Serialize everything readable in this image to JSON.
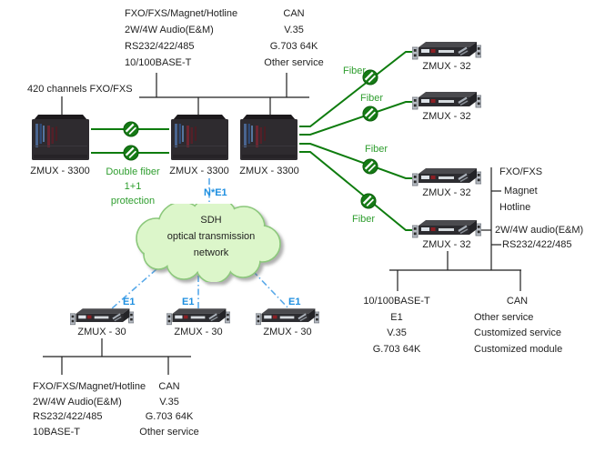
{
  "colors": {
    "line_black": "#1f1f1f",
    "fiber_green": "#0e7c0e",
    "green_text": "#2f9e2f",
    "e1_blue_line": "#58a9e9",
    "e1_blue_text": "#1e8fe0",
    "cloud_fill": "#dcf6ca",
    "cloud_border": "#8cc87c"
  },
  "top_left_services": {
    "lines": [
      "FXO/FXS/Magnet/Hotline",
      "2W/4W Audio(E&M)",
      "RS232/422/485",
      "10/100BASE-T"
    ]
  },
  "top_right_services": {
    "lines": [
      "CAN",
      "V.35",
      "G.703 64K",
      "Other service"
    ]
  },
  "channels_label": "420 channels FXO/FXS",
  "core_devices": {
    "labels": [
      "ZMUX - 3300",
      "ZMUX - 3300",
      "ZMUX - 3300"
    ]
  },
  "double_fiber": {
    "lines": [
      "Double fiber",
      "1+1",
      "protection"
    ]
  },
  "ne1_label": "N*E1",
  "cloud": {
    "lines": [
      "SDH",
      "optical transmission",
      "network"
    ]
  },
  "fiber_labels": [
    "Fiber",
    "Fiber",
    "Fiber",
    "Fiber"
  ],
  "remote32": {
    "labels": [
      "ZMUX - 32",
      "ZMUX - 32",
      "ZMUX - 32",
      "ZMUX - 32"
    ]
  },
  "right_ports": {
    "lines": [
      "FXO/FXS",
      "Magnet",
      "Hotline",
      "2W/4W audio(E&M)",
      "RS232/422/485"
    ]
  },
  "bottom_right_col1": {
    "lines": [
      "10/100BASE-T",
      "E1",
      "V.35",
      "G.703 64K"
    ]
  },
  "bottom_right_col2": {
    "lines": [
      "CAN",
      "Other service",
      "Customized service",
      "Customized module"
    ]
  },
  "e1_labels": [
    "E1",
    "E1",
    "E1"
  ],
  "remote30": {
    "labels": [
      "ZMUX - 30",
      "ZMUX - 30",
      "ZMUX - 30"
    ]
  },
  "bottom_left_col1": {
    "lines": [
      "FXO/FXS/Magnet/Hotline",
      "2W/4W Audio(E&M)",
      "RS232/422/485",
      "10BASE-T"
    ]
  },
  "bottom_left_col2": {
    "lines": [
      "CAN",
      "V.35",
      "G.703 64K",
      "Other service"
    ]
  }
}
